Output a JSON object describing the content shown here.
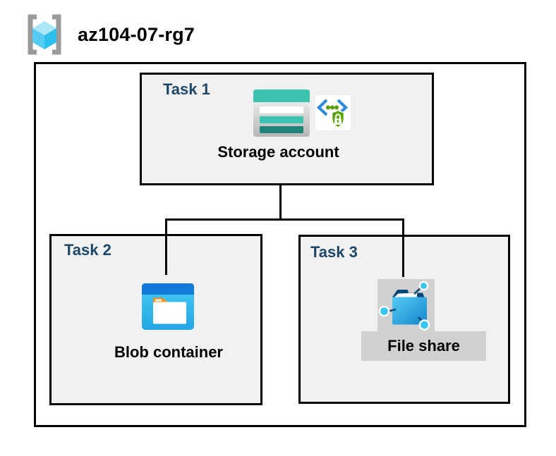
{
  "resource_group": {
    "name": "az104-07-rg7",
    "icon": "resource-group-icon"
  },
  "tasks": [
    {
      "label": "Task 1",
      "item": "Storage account",
      "icons": [
        "storage-account-icon",
        "secure-transfer-icon"
      ]
    },
    {
      "label": "Task 2",
      "item": "Blob container",
      "icons": [
        "blob-container-icon"
      ]
    },
    {
      "label": "Task 3",
      "item": "File share",
      "icons": [
        "file-share-icon"
      ]
    }
  ],
  "connections": [
    {
      "from": "Storage account",
      "to": "Blob container"
    },
    {
      "from": "Storage account",
      "to": "File share"
    }
  ],
  "colors": {
    "task_label_navy": "#1c4768",
    "task_box_fill": "#f1f1f1",
    "border_black": "#000000",
    "storage_teal": "#3cc3ae",
    "storage_teal_dark": "#20837a",
    "blob_header_blue": "#0f7ad8",
    "blob_body_cyan": "#35c1f0",
    "folder_tab_orange": "#f7941e",
    "file_share_bg_gray": "#d1d1d1",
    "file_share_folder_blue": "#1586cc",
    "network_node_cyan": "#39c6f3",
    "shield_green": "#58a606",
    "bracket_blue": "#2e8bd8",
    "cube_light_blue": "#ace7f8",
    "rg_bracket_gray": "#9a9a9a"
  }
}
